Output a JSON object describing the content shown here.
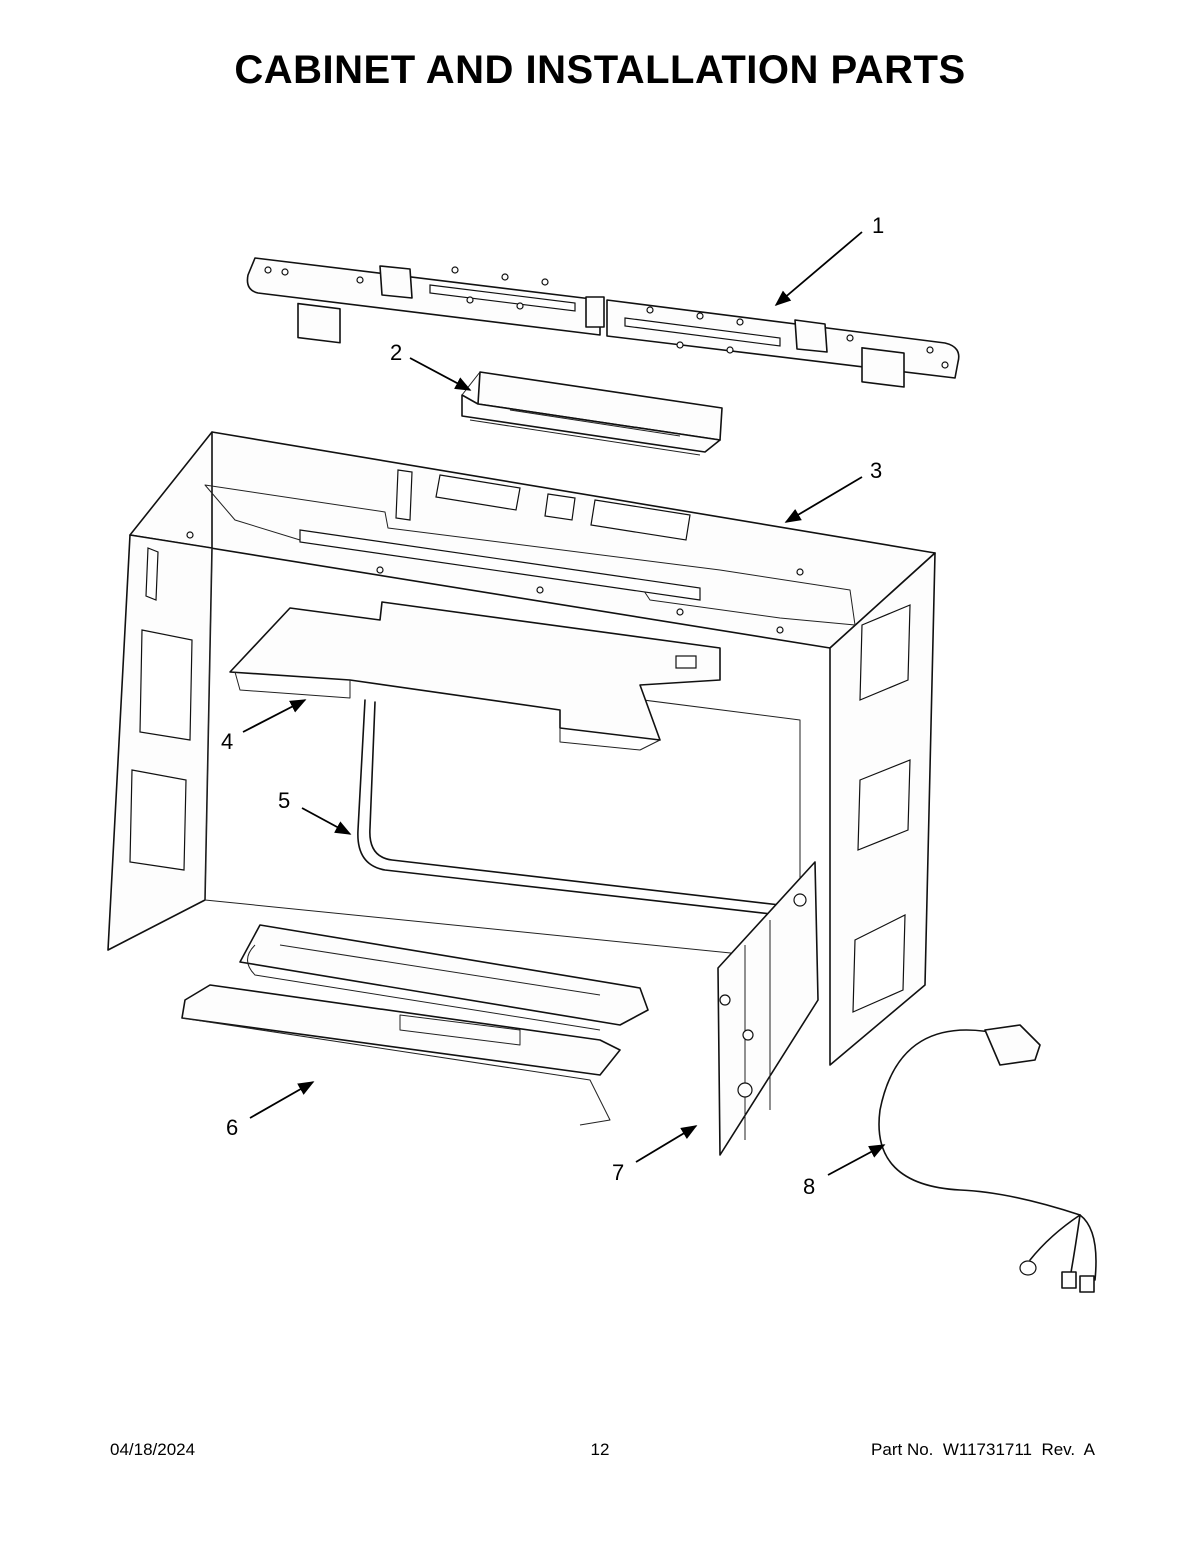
{
  "page_title": "CABINET AND INSTALLATION PARTS",
  "callouts": [
    "1",
    "2",
    "3",
    "4",
    "5",
    "6",
    "7",
    "8"
  ],
  "footer": {
    "date": "04/18/2024",
    "page_number": "12",
    "part_number": "Part No.  W11731711  Rev.  A"
  }
}
